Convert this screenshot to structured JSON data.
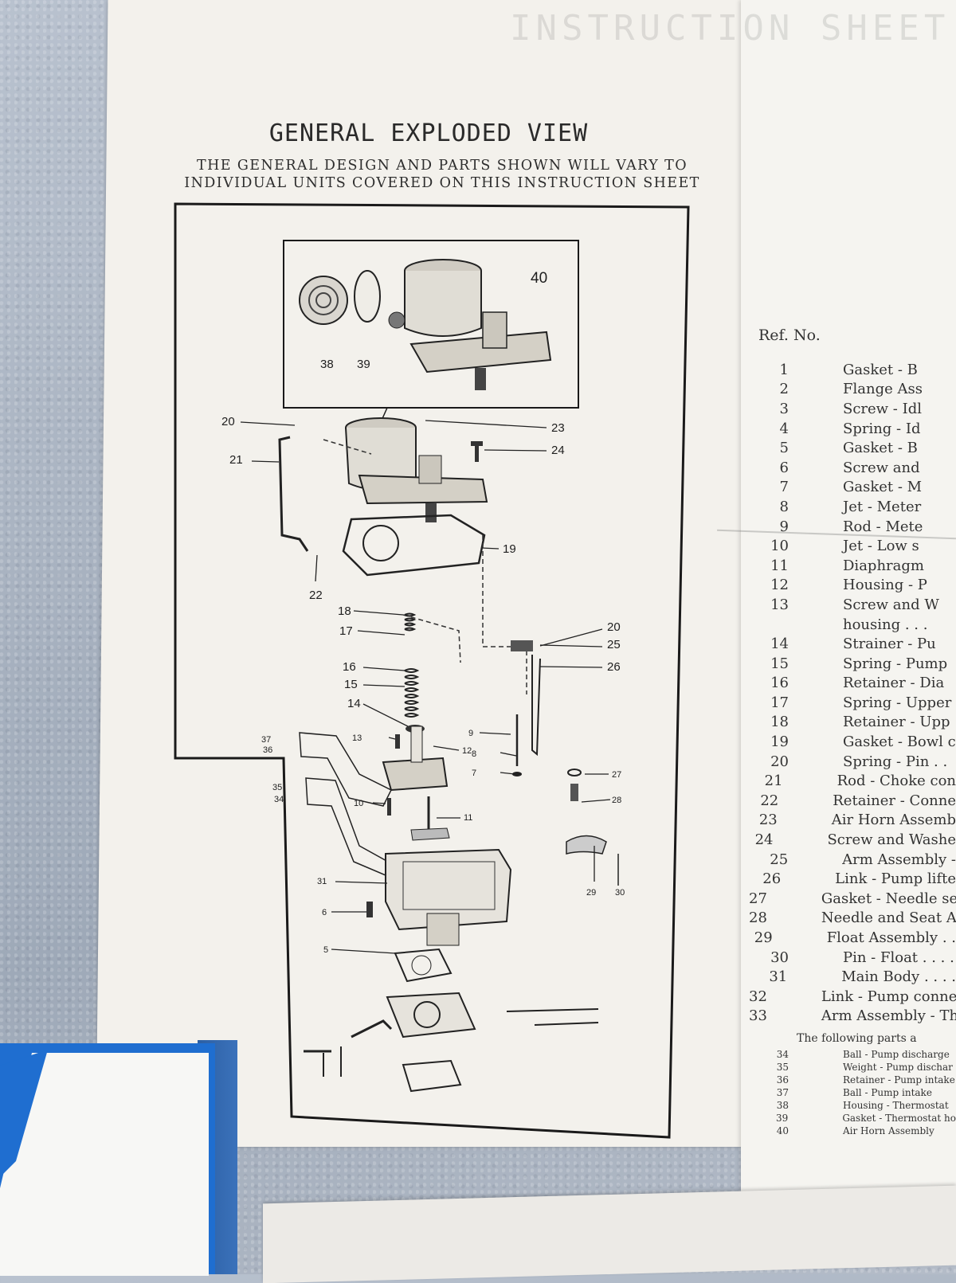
{
  "document": {
    "title": "GENERAL EXPLODED VIEW",
    "subtitle_line1": "THE GENERAL DESIGN AND PARTS SHOWN WILL VARY TO",
    "subtitle_line2": "INDIVIDUAL UNITS COVERED ON THIS INSTRUCTION SHEET",
    "faint_title": "INSTRUCTION SHEET"
  },
  "diagram": {
    "callouts": {
      "c40": "40",
      "c38": "38",
      "c39": "39",
      "c20a": "20",
      "c21": "21",
      "c23": "23",
      "c24": "24",
      "c19": "19",
      "c22": "22",
      "c18": "18",
      "c17": "17",
      "c20b": "20",
      "c25": "25",
      "c26": "26",
      "c16": "16",
      "c15": "15",
      "c14": "14",
      "c37": "37",
      "c36": "36",
      "c13": "13",
      "c12": "12",
      "c9": "9",
      "c8": "8",
      "c7": "7",
      "c27": "27",
      "c28": "28",
      "c35": "35",
      "c34": "34",
      "c10": "10",
      "c11": "11",
      "c31": "31",
      "c6": "6",
      "c29": "29",
      "c30": "30",
      "c5": "5"
    }
  },
  "parts_list": {
    "header": "Ref. No.",
    "items": [
      {
        "num": "1",
        "name": "Gasket - B"
      },
      {
        "num": "2",
        "name": "Flange Ass"
      },
      {
        "num": "3",
        "name": "Screw - Idl"
      },
      {
        "num": "4",
        "name": "Spring - Id"
      },
      {
        "num": "5",
        "name": "Gasket - B"
      },
      {
        "num": "6",
        "name": "Screw and"
      },
      {
        "num": "7",
        "name": "Gasket - M"
      },
      {
        "num": "8",
        "name": "Jet - Meter"
      },
      {
        "num": "9",
        "name": "Rod - Mete"
      },
      {
        "num": "10",
        "name": "Jet - Low s"
      },
      {
        "num": "11",
        "name": "Diaphragm"
      },
      {
        "num": "12",
        "name": "Housing - P"
      },
      {
        "num": "13",
        "name": "Screw and W"
      },
      {
        "num": "",
        "name": "housing . . ."
      },
      {
        "num": "14",
        "name": "Strainer - Pu"
      },
      {
        "num": "15",
        "name": "Spring - Pump"
      },
      {
        "num": "16",
        "name": "Retainer - Dia"
      },
      {
        "num": "17",
        "name": "Spring - Upper"
      },
      {
        "num": "18",
        "name": "Retainer - Upp"
      },
      {
        "num": "19",
        "name": "Gasket - Bowl c"
      },
      {
        "num": "20",
        "name": "Spring - Pin . ."
      },
      {
        "num": "21",
        "name": "Rod - Choke con"
      },
      {
        "num": "22",
        "name": "Retainer - Conne"
      },
      {
        "num": "23",
        "name": "Air Horn Assemb"
      },
      {
        "num": "24",
        "name": "Screw and Washe"
      },
      {
        "num": "25",
        "name": "Arm Assembly -"
      },
      {
        "num": "26",
        "name": "Link - Pump lifte"
      },
      {
        "num": "27",
        "name": "Gasket - Needle se"
      },
      {
        "num": "28",
        "name": "Needle and Seat As"
      },
      {
        "num": "29",
        "name": "Float Assembly . ."
      },
      {
        "num": "30",
        "name": "Pin - Float . . . ."
      },
      {
        "num": "31",
        "name": "Main Body . . . ."
      },
      {
        "num": "32",
        "name": "Link - Pump connec"
      },
      {
        "num": "33",
        "name": "Arm Assembly - Th"
      }
    ],
    "following_header": "The following parts a",
    "extra_items": [
      {
        "num": "34",
        "name": "Ball - Pump discharge"
      },
      {
        "num": "35",
        "name": "Weight - Pump dischar"
      },
      {
        "num": "36",
        "name": "Retainer - Pump intake"
      },
      {
        "num": "37",
        "name": "Ball - Pump intake"
      },
      {
        "num": "38",
        "name": "Housing - Thermostat"
      },
      {
        "num": "39",
        "name": "Gasket - Thermostat ho"
      },
      {
        "num": "40",
        "name": "Air Horn Assembly"
      }
    ]
  }
}
